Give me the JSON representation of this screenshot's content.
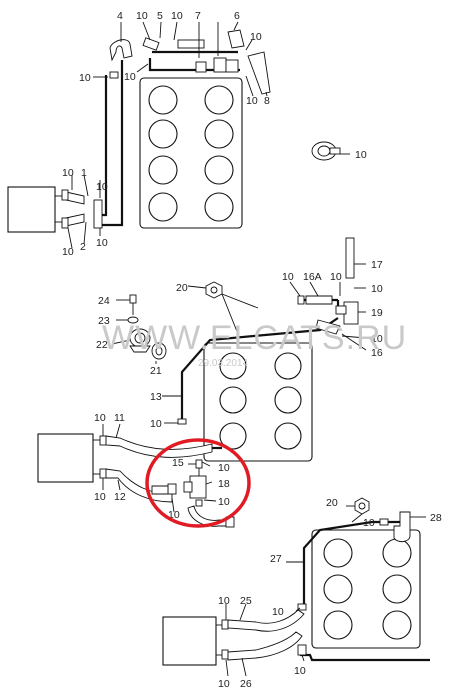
{
  "watermark": "WWW.ELCATS.RU",
  "watermark_date": "29.03.2014",
  "highlight_color": "#e01b24",
  "callouts": {
    "top": [
      "4",
      "10",
      "5",
      "10",
      "7",
      "6",
      "10",
      "10",
      "8",
      "10",
      "10",
      "1",
      "10",
      "2",
      "10",
      "10",
      "10"
    ],
    "middle": [
      "20",
      "10",
      "16A",
      "10",
      "17",
      "10",
      "24",
      "23",
      "22",
      "21",
      "19",
      "10",
      "16",
      "13",
      "10"
    ],
    "detail": [
      "10",
      "11",
      "10",
      "12",
      "15",
      "10",
      "18",
      "10",
      "10"
    ],
    "bottom": [
      "20",
      "10",
      "28",
      "27",
      "10",
      "25",
      "10",
      "10",
      "26",
      "10"
    ]
  }
}
